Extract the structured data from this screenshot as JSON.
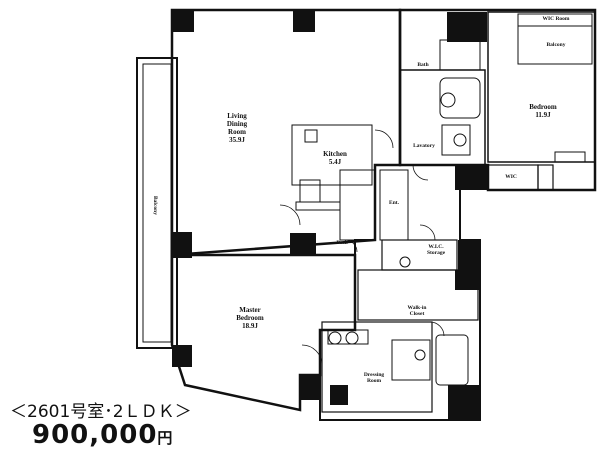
{
  "rooms": {
    "living": "Living\nDining\nRoom\n35.9J",
    "kitchen": "Kitchen\n5.4J",
    "bedroom": "Bedroom\n11.9J",
    "master": "Master\nBedroom\n18.9J",
    "balcony": "Balcony",
    "wic_top": "WIC Room",
    "balcony_sm": "Balcony",
    "bath_top": "Bath",
    "lavatory": "Lavatory",
    "wic": "WIC",
    "bath2": "Bath",
    "wic_storage": "W.I.C.\nStorage",
    "walkin": "Walk-in\nCloset",
    "dressing": "Dressing\nRoom",
    "ent": "Ent."
  },
  "listing": {
    "unit": "＜2601号室･2ＬＤＫ＞",
    "price": "900,000",
    "currency": "円"
  }
}
